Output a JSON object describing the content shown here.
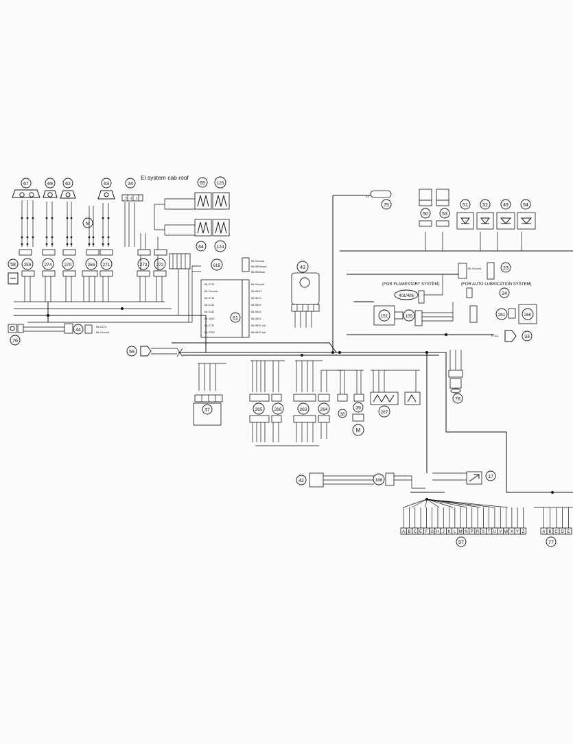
{
  "diagram": {
    "title": "El system cab roof",
    "notes": {
      "flamestart": "(FOR FLAMESTART SYSTEM)",
      "autolube": "(FOR AUTO LUBRICATION SYSTEM)"
    },
    "components": {
      "c67": "67",
      "c69": "69",
      "c62": "62",
      "c63": "63",
      "c34": "34",
      "c65": "65",
      "c125": "125",
      "c64": "64",
      "c124": "124",
      "c58": "58",
      "c269": "269",
      "c274": "274",
      "c270": "270",
      "c266": "266",
      "c271": "271",
      "c273": "273",
      "c272": "272",
      "c61b": "61B",
      "c61": "61",
      "c43": "43",
      "c76": "76",
      "c44": "44",
      "c59": "59",
      "c37": "37",
      "c265": "265",
      "c266b": "266",
      "c263": "263",
      "c264": "264",
      "c38": "38",
      "c39": "39",
      "c267": "267",
      "c78": "78",
      "c75": "75",
      "c50": "50",
      "c53": "53",
      "c51": "51",
      "c52": "52",
      "c49": "49",
      "c54": "54",
      "c23": "23",
      "c401": "401/406",
      "c24": "24",
      "c151": "151",
      "c155": "155",
      "c261": "261",
      "c260": "260",
      "c33": "33",
      "c42": "42",
      "c186": "186",
      "c17": "17",
      "c57": "57",
      "c77": "77"
    },
    "pins57": [
      "A",
      "B",
      "C",
      "E",
      "F",
      "G",
      "H",
      "J",
      "K",
      "L",
      "M",
      "N",
      "P",
      "R",
      "S",
      "T",
      "U",
      "V",
      "W",
      "X",
      "Y",
      "Z"
    ],
    "pins77": [
      "A",
      "B",
      "C",
      "D",
      "E"
    ],
    "wires": {
      "bk_ground": "Bk Ground",
      "w12": "12",
      "bk_12c": "Bk 12C4",
      "r111": "R 111"
    }
  }
}
